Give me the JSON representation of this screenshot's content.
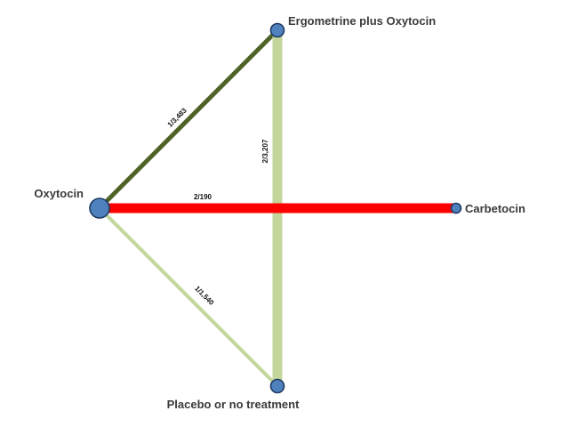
{
  "diagram": {
    "nodes": [
      {
        "id": "oxytocin",
        "label": "Oxytocin",
        "color": "#4f81bd",
        "label_anchor": "end"
      },
      {
        "id": "ergometrine",
        "label": "Ergometrine plus Oxytocin",
        "color": "#4f81bd",
        "label_anchor": "start"
      },
      {
        "id": "carbetocin",
        "label": "Carbetocin",
        "color": "#4f81bd",
        "label_anchor": "start"
      },
      {
        "id": "placebo",
        "label": "Placebo or no treatment",
        "color": "#4f81bd",
        "label_anchor": "middle"
      }
    ],
    "edges": [
      {
        "id": "oxy-ergo",
        "from": "oxytocin",
        "to": "ergometrine",
        "label": "1/3,483",
        "color": "#4f6228"
      },
      {
        "id": "oxy-placebo",
        "from": "oxytocin",
        "to": "placebo",
        "label": "1/1,540",
        "color": "#c3d69b"
      },
      {
        "id": "ergo-placebo",
        "from": "ergometrine",
        "to": "placebo",
        "label": "2/3,207",
        "color": "#c3d69b"
      },
      {
        "id": "oxy-carbe",
        "from": "oxytocin",
        "to": "carbetocin",
        "label": "2/190",
        "color": "#ff0000"
      }
    ]
  }
}
